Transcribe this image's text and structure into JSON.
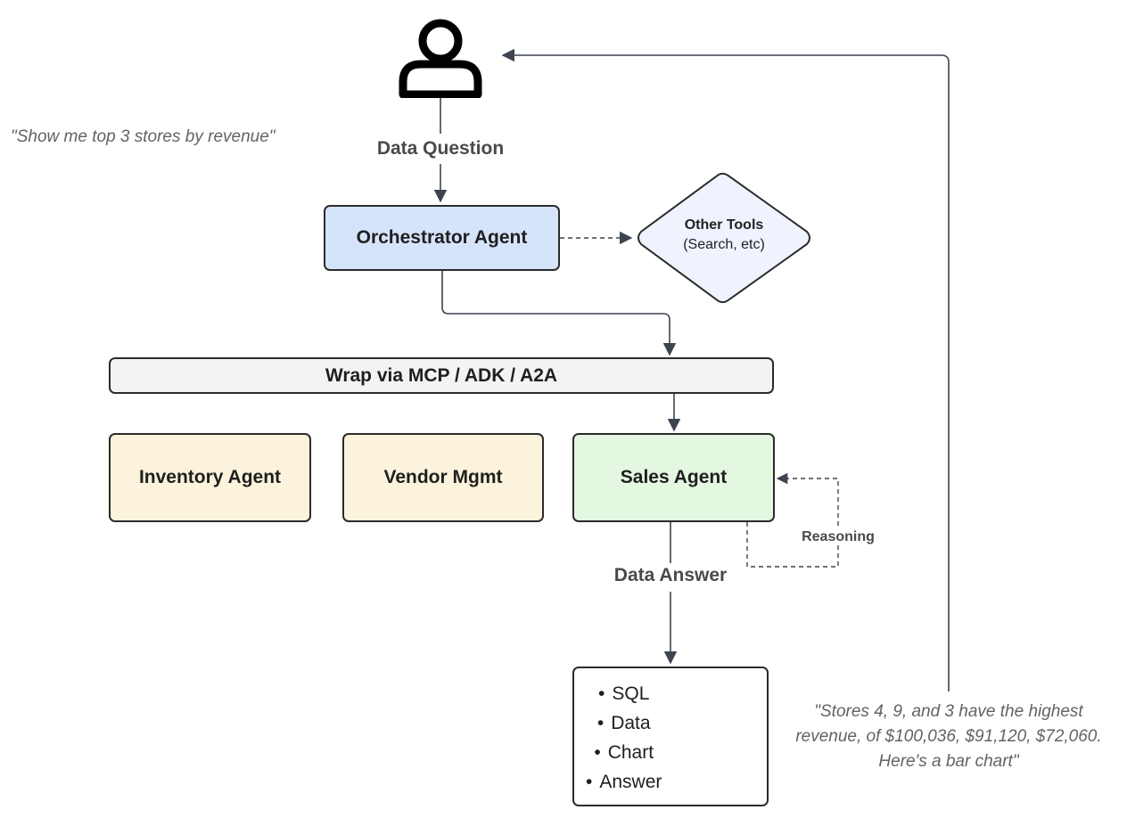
{
  "user": {
    "icon": "person-icon"
  },
  "user_query": "\"Show me top 3 stores by revenue\"",
  "edge_labels": {
    "data_question": "Data Question",
    "data_answer": "Data Answer",
    "reasoning": "Reasoning"
  },
  "nodes": {
    "orchestrator": "Orchestrator Agent",
    "other_tools_title": "Other Tools",
    "other_tools_subtitle": "(Search, etc)",
    "wrap_bar": "Wrap via MCP / ADK / A2A",
    "inventory": "Inventory Agent",
    "vendor": "Vendor Mgmt",
    "sales": "Sales Agent"
  },
  "outputs": [
    "SQL",
    "Data",
    "Chart",
    "Answer"
  ],
  "final_answer": {
    "line1": "\"Stores 4, 9, and 3 have the highest",
    "line2": "revenue, of $100,036, $91,120, $72,060.",
    "line3": "Here's a bar chart\""
  },
  "colors": {
    "orchestrator_fill": "#d6e4fb",
    "other_tools_fill": "#eef3fd",
    "wrap_fill": "#f2f3f5",
    "agent_fill": "#fbf3dc",
    "sales_fill": "#e3f7e1",
    "line": "#3d4450"
  }
}
